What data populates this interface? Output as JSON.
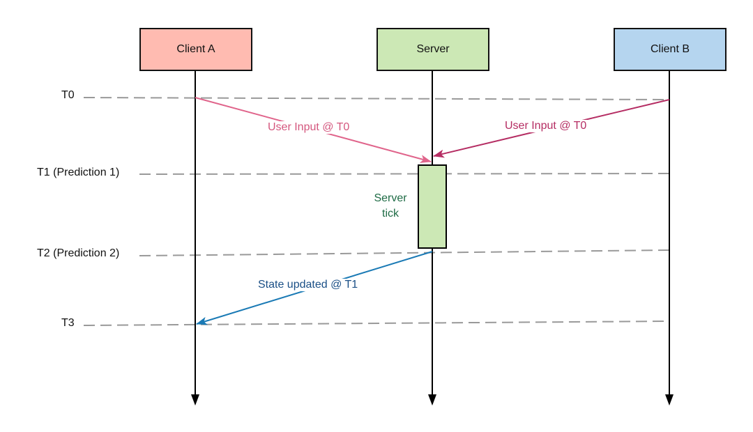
{
  "actors": [
    {
      "id": "client-a",
      "label": "Client A",
      "color": "#ffbbb1"
    },
    {
      "id": "server",
      "label": "Server",
      "color": "#cce8b5"
    },
    {
      "id": "client-b",
      "label": "Client B",
      "color": "#b5d5ef"
    }
  ],
  "time_markers": [
    {
      "id": "t0",
      "label": "T0"
    },
    {
      "id": "t1",
      "label": "T1 (Prediction 1)"
    },
    {
      "id": "t2",
      "label": "T2 (Prediction 2)"
    },
    {
      "id": "t3",
      "label": "T3"
    }
  ],
  "messages": [
    {
      "id": "input-a",
      "label": "User Input @ T0",
      "color": "#d4577e"
    },
    {
      "id": "input-b",
      "label": "User Input @ T0",
      "color": "#b52d63"
    },
    {
      "id": "state-update",
      "label": "State updated @ T1",
      "color": "#1a4f86"
    }
  ],
  "server_tick": {
    "line1": "Server",
    "line2": "tick",
    "color": "#1e6b45"
  },
  "colors": {
    "lifeline": "#000000",
    "dashed": "#999999",
    "arrow_a": "#e0648b",
    "arrow_b": "#b52d63",
    "arrow_state": "#1a7ab5"
  }
}
